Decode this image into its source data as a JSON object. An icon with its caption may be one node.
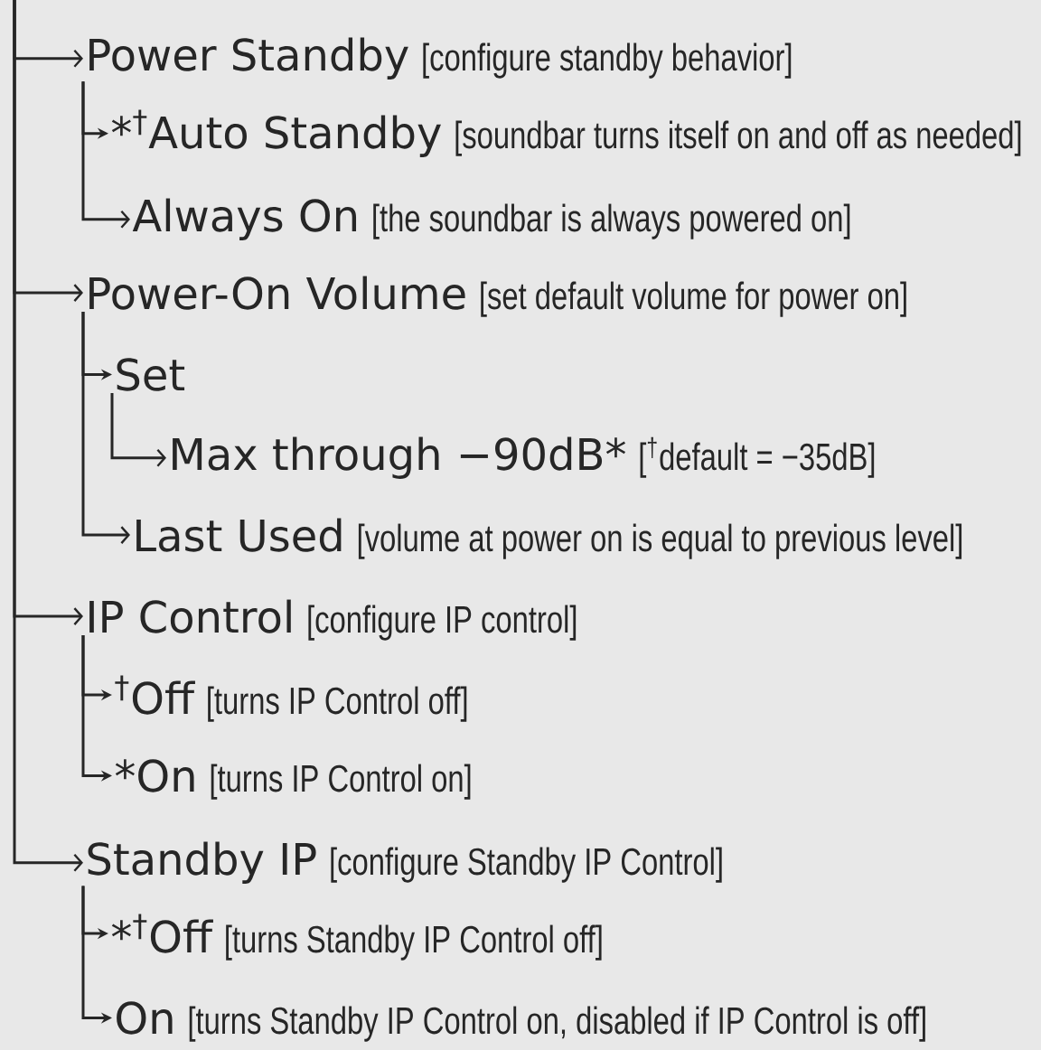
{
  "diagram": {
    "nodes": [
      {
        "text": [
          "Power Standby",
          "[configure standby behavior]"
        ]
      },
      {
        "text": [
          "*$^{†}$Auto Standby",
          "[soundbar turns itself on and off as needed]"
        ]
      },
      {
        "text": [
          "Always On",
          "[the soundbar is always powered on]"
        ]
      },
      {
        "text": [
          "Power-On Volume",
          "[set default volume for power on]"
        ]
      },
      {
        "text": [
          "Set"
        ]
      },
      {
        "text": [
          "Max through −90dB*",
          "[$^{†}$default = −35dB]"
        ]
      },
      {
        "text": [
          "Last Used",
          "[volume at power on is equal to previous level]"
        ]
      },
      {
        "text": [
          "IP Control",
          "[configure IP control]"
        ]
      },
      {
        "text": [
          "$^{†}$Off",
          "[turns IP Control off]"
        ]
      },
      {
        "text": [
          "*On",
          "[turns IP Control on]"
        ]
      },
      {
        "text": [
          "Standby IP",
          "[configure Standby IP Control]"
        ]
      },
      {
        "text": [
          "*$^{†}$Off",
          "[turns Standby IP Control off]"
        ]
      },
      {
        "text": [
          "On",
          "[turns Standby IP Control on, disabled if IP Control is off]"
        ]
      }
    ],
    "edges": [
      {
        "from": null,
        "to": 0,
        "arrow": "to"
      },
      {
        "from": 0,
        "to": 1,
        "arrow": "to"
      },
      {
        "from": 0,
        "to": 2,
        "arrow": "to"
      },
      {
        "from": null,
        "to": 3,
        "arrow": "to"
      },
      {
        "from": 3,
        "to": 4,
        "arrow": "to"
      },
      {
        "from": 4,
        "to": 5,
        "arrow": "to"
      },
      {
        "from": 3,
        "to": 6,
        "arrow": "to"
      },
      {
        "from": null,
        "to": 7,
        "arrow": "to"
      },
      {
        "from": 7,
        "to": 8,
        "arrow": "to"
      },
      {
        "from": 7,
        "to": 9,
        "arrow": "to"
      },
      {
        "from": null,
        "to": 10,
        "arrow": "to"
      },
      {
        "from": 10,
        "to": 11,
        "arrow": "to"
      },
      {
        "from": 10,
        "to": 12,
        "arrow": "to"
      }
    ]
  }
}
